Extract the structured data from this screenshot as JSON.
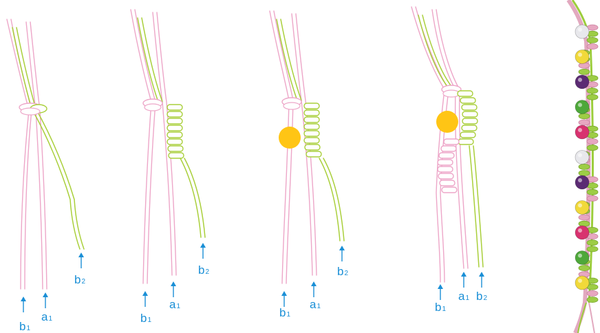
{
  "labels": {
    "b1": "b",
    "b1_sub": "1",
    "a1": "a",
    "a1_sub": "1",
    "b2": "b",
    "b2_sub": "2"
  },
  "colors": {
    "pink_cord": "#eda6c8",
    "green_cord": "#a9cf3a",
    "bead_yellow": "#ffc515",
    "arrow_blue": "#1a8fd6"
  },
  "photo_beads": [
    "white",
    "yellow",
    "purple",
    "green",
    "magenta",
    "white",
    "purple",
    "yellow",
    "magenta",
    "green",
    "yellow"
  ]
}
